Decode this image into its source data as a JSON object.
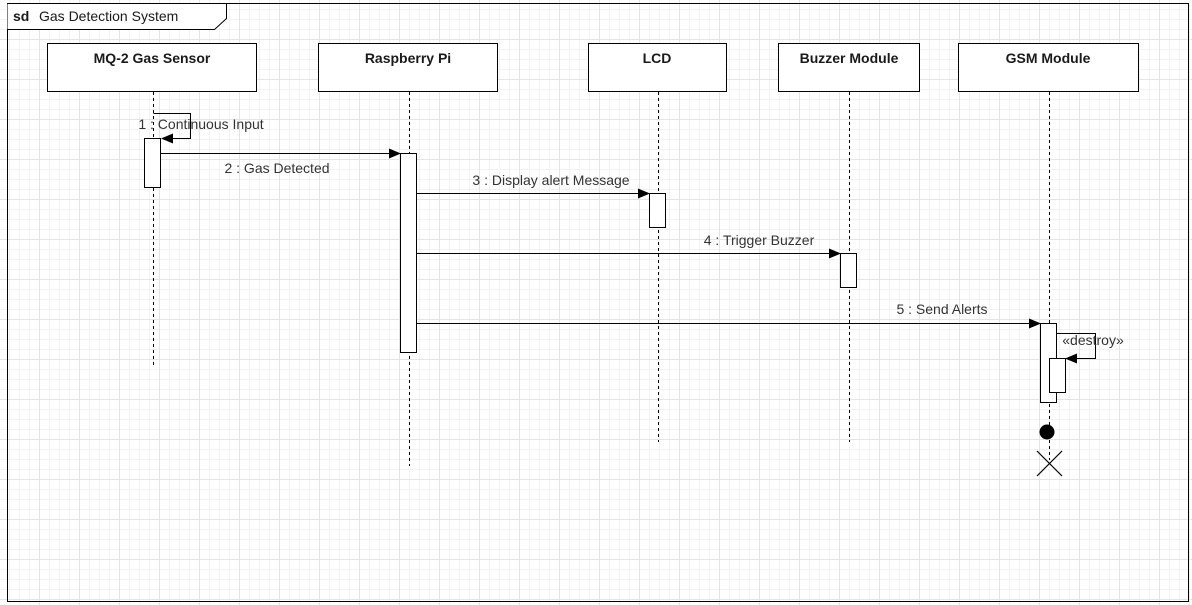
{
  "frame": {
    "keyword": "sd",
    "title": "Gas Detection System"
  },
  "lifelines": [
    {
      "id": "sensor",
      "label": "MQ-2 Gas Sensor"
    },
    {
      "id": "pi",
      "label": "Raspberry Pi"
    },
    {
      "id": "lcd",
      "label": "LCD"
    },
    {
      "id": "buzzer",
      "label": "Buzzer Module"
    },
    {
      "id": "gsm",
      "label": "GSM Module"
    }
  ],
  "messages": [
    {
      "label": "1 : Continuous Input",
      "from": "sensor",
      "to": "sensor"
    },
    {
      "label": "2 : Gas Detected",
      "from": "sensor",
      "to": "pi"
    },
    {
      "label": "3 : Display alert Message",
      "from": "pi",
      "to": "lcd"
    },
    {
      "label": "4 : Trigger Buzzer",
      "from": "pi",
      "to": "buzzer"
    },
    {
      "label": "5 : Send Alerts",
      "from": "pi",
      "to": "gsm"
    },
    {
      "label": "«destroy»",
      "from": "gsm",
      "to": "gsm"
    }
  ],
  "destruction": {
    "lifeline": "gsm"
  },
  "colors": {
    "line": "#000000",
    "box_fill": "#ffffff",
    "text": "#333333"
  }
}
